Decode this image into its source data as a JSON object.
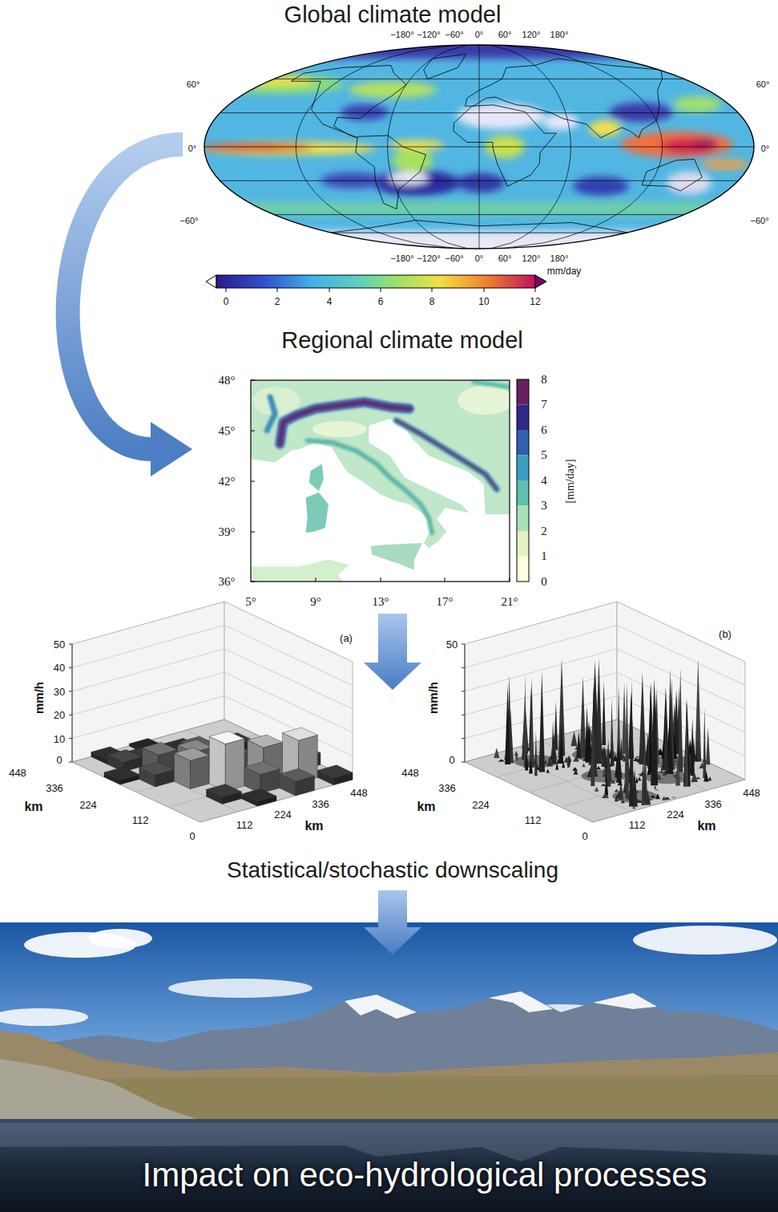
{
  "diagram": {
    "nodes": [
      {
        "text": [
          "Global climate model"
        ]
      },
      {
        "text": [
          "Regional climate model"
        ]
      },
      {
        "text": [
          "Statistical/stochastic downscaling"
        ]
      },
      {
        "text": [
          "Impact on eco-hydrological processes"
        ]
      }
    ],
    "edges": [
      {
        "from": 0,
        "to": 1,
        "arrow": "to"
      },
      {
        "from": 1,
        "to": 2,
        "arrow": "to"
      },
      {
        "from": 2,
        "to": 3,
        "arrow": "to"
      }
    ],
    "labels": [
      "−180°",
      "−120°",
      "−60°",
      "0°",
      "60°",
      "120°",
      "180°",
      "60°",
      "60°",
      "0°",
      "0°",
      "−60°",
      "−60°",
      "−180°",
      "−120°",
      "−60°",
      "0°",
      "60°",
      "120°",
      "180°",
      "mm/day",
      "0",
      "2",
      "4",
      "6",
      "8",
      "10",
      "12",
      "48°",
      "45°",
      "42°",
      "39°",
      "36°",
      "5°",
      "9°",
      "13°",
      "17°",
      "21°",
      "8",
      "7",
      "6",
      "5",
      "4",
      "3",
      "2",
      "1",
      "0",
      "[mm/day]",
      "mm/h",
      "50",
      "40",
      "30",
      "20",
      "10",
      "0",
      "(a)",
      "448",
      "336",
      "km",
      "224",
      "112",
      "0",
      "112",
      "224",
      "km",
      "336",
      "448",
      "mm/h",
      "50",
      "0",
      "(b)",
      "448",
      "336",
      "km",
      "224",
      "112",
      "0",
      "112",
      "224",
      "km",
      "336",
      "448"
    ]
  }
}
